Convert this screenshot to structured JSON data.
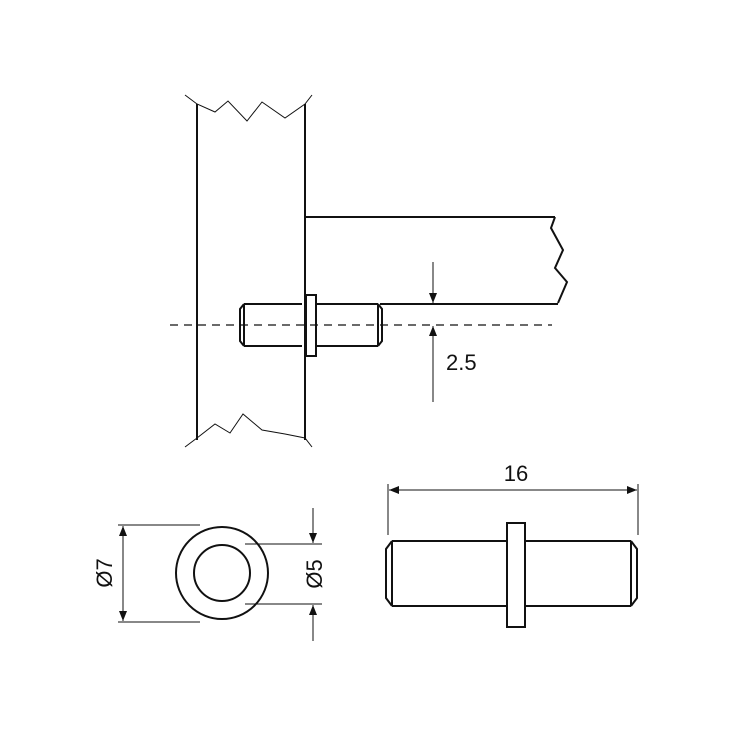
{
  "diagram": {
    "dimensions": {
      "offset": "2.5",
      "length": "16",
      "outer_diameter": "Ø7",
      "inner_diameter": "Ø5"
    },
    "colors": {
      "line": "#111111",
      "background": "#ffffff"
    }
  }
}
